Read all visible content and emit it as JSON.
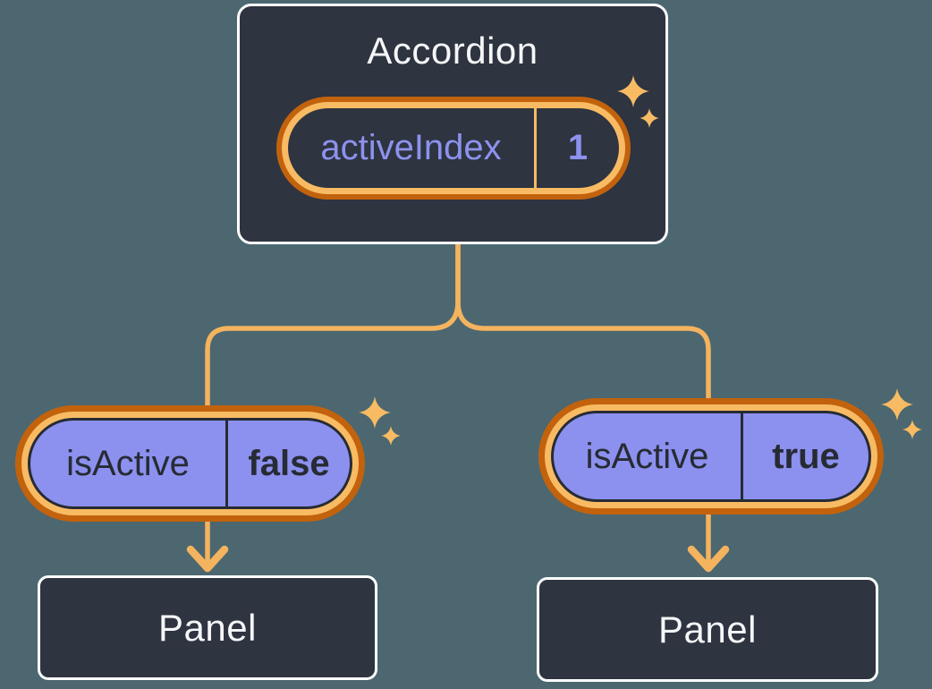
{
  "colors": {
    "background": "#4C6770",
    "node_background": "#2E3440",
    "node_border": "#FFFFFF",
    "orange_dark": "#C2620D",
    "orange_light": "#F8BB63",
    "line_orange": "#F4B35F",
    "purple_fill": "#8C90EE",
    "purple_text": "#8D92EE",
    "dark_text": "#262B34",
    "light_text": "#F5F6F8"
  },
  "icons": {
    "sparkle": "four-point-star"
  },
  "accordion": {
    "title": "Accordion",
    "state_pill": {
      "label": "activeIndex",
      "value": "1"
    }
  },
  "children": [
    {
      "prop_pill": {
        "label": "isActive",
        "value": "false"
      },
      "panel": {
        "title": "Panel"
      }
    },
    {
      "prop_pill": {
        "label": "isActive",
        "value": "true"
      },
      "panel": {
        "title": "Panel"
      }
    }
  ]
}
